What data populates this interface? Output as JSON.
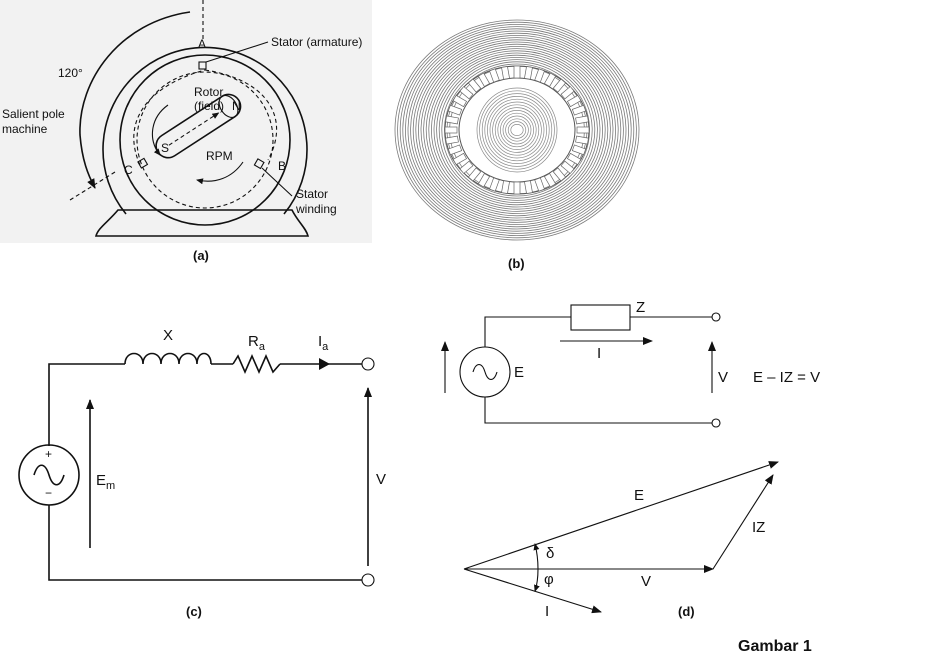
{
  "panel_a": {
    "caption": "(a)",
    "angle": "120°",
    "machine_label_1": "Salient pole",
    "machine_label_2": "machine",
    "rotor_label_1": "Rotor",
    "rotor_label_2": "(field)",
    "stator_armature": "Stator (armature)",
    "stator_winding_1": "Stator",
    "stator_winding_2": "winding",
    "phase_a": "A",
    "phase_b": "B",
    "phase_c": "C",
    "pole_n": "N",
    "pole_s": "S",
    "rpm": "RPM"
  },
  "panel_b": {
    "caption": "(b)"
  },
  "panel_c": {
    "caption": "(c)",
    "x": "X",
    "ra_main": "R",
    "ra_sub": "a",
    "ia_main": "I",
    "ia_sub": "a",
    "em_main": "E",
    "em_sub": "m",
    "v": "V",
    "plus": "+",
    "minus": "−"
  },
  "panel_d": {
    "caption": "(d)",
    "z": "Z",
    "i_circuit": "I",
    "e_circuit": "E",
    "v_circuit": "V",
    "equation": "E – IZ = V",
    "e_phasor": "E",
    "iz_phasor": "IZ",
    "v_phasor": "V",
    "i_phasor": "I",
    "delta": "δ",
    "phi": "φ"
  },
  "figure_title": "Gambar 1"
}
